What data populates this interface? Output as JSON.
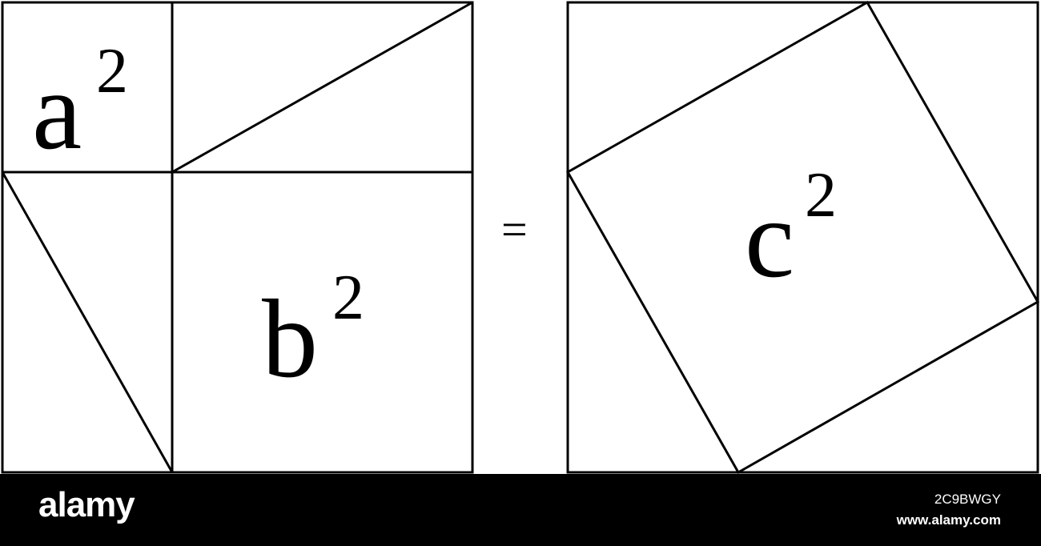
{
  "diagram": {
    "left_square": {
      "label_a": "a",
      "label_b": "b",
      "exponent": "2"
    },
    "equals_sign": "=",
    "right_square": {
      "label_c": "c",
      "exponent": "2"
    }
  },
  "footer": {
    "brand": "alamy",
    "image_id": "2C9BWGY",
    "url": "www.alamy.com"
  },
  "colors": {
    "stroke": "#000000",
    "background": "#ffffff",
    "footer_background": "#000000",
    "footer_text": "#ffffff"
  }
}
